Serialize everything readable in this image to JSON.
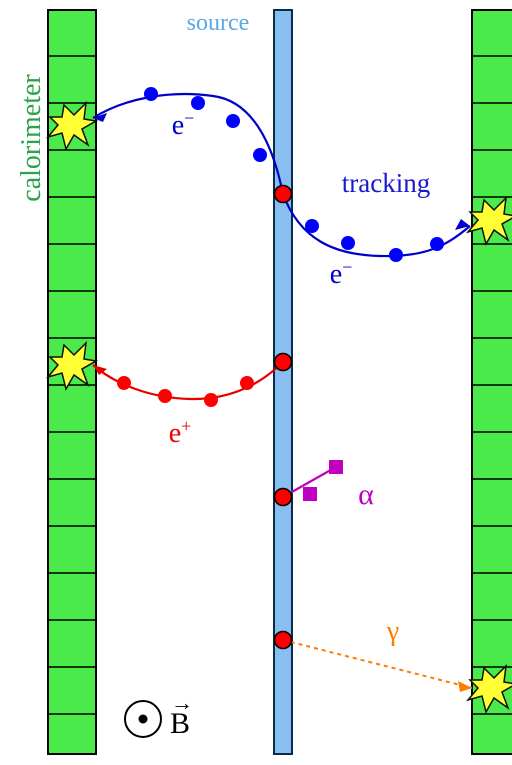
{
  "labels": {
    "source": "source",
    "calorimeter": "calorimeter",
    "tracking": "tracking",
    "electron_top": "e",
    "electron_top_sign": "−",
    "electron_right": "e",
    "electron_right_sign": "−",
    "positron": "e",
    "positron_sign": "+",
    "alpha": "α",
    "gamma": "γ",
    "field_symbol": "B",
    "field_arrow": "→"
  },
  "colors": {
    "calorimeter_fill": "#49ea49",
    "calorimeter_stroke": "#000000",
    "source_fill": "#89bff0",
    "source_stroke": "#0d2a4a",
    "electron": "#0000cc",
    "positron": "#e60000",
    "alpha": "#c000c0",
    "gamma": "#ff7b00",
    "vertex": "#ff0000",
    "calorimeter_text": "#2ca24b",
    "source_text": "#5aa8e6",
    "tracking_text": "#1818d0",
    "star_fill": "#ffff33",
    "star_stroke": "#111111",
    "field_text": "#000000"
  },
  "icons": {
    "field": "circle-dot-icon",
    "calorimeter_hit": "burst-icon"
  }
}
